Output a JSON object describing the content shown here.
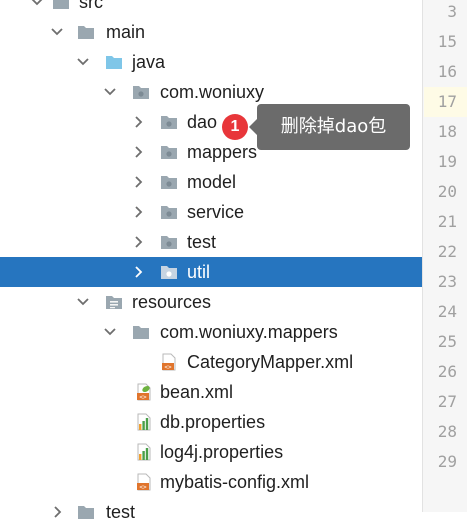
{
  "project_tree": {
    "items": [
      {
        "label": "src",
        "icon": "folder-icon",
        "state": "expanded"
      },
      {
        "label": "main",
        "icon": "folder-icon",
        "state": "expanded"
      },
      {
        "label": "java",
        "icon": "source-folder-icon",
        "state": "expanded"
      },
      {
        "label": "com.woniuxy",
        "icon": "package-icon",
        "state": "expanded"
      },
      {
        "label": "dao",
        "icon": "package-icon",
        "state": "collapsed"
      },
      {
        "label": "mappers",
        "icon": "package-icon",
        "state": "collapsed"
      },
      {
        "label": "model",
        "icon": "package-icon",
        "state": "collapsed"
      },
      {
        "label": "service",
        "icon": "package-icon",
        "state": "collapsed"
      },
      {
        "label": "test",
        "icon": "package-icon",
        "state": "collapsed"
      },
      {
        "label": "util",
        "icon": "package-icon",
        "state": "collapsed",
        "selected": true
      },
      {
        "label": "resources",
        "icon": "resources-folder-icon",
        "state": "expanded"
      },
      {
        "label": "com.woniuxy.mappers",
        "icon": "folder-icon",
        "state": "expanded"
      },
      {
        "label": "CategoryMapper.xml",
        "icon": "xml-file-icon",
        "state": "leaf"
      },
      {
        "label": "bean.xml",
        "icon": "spring-xml-file-icon",
        "state": "leaf"
      },
      {
        "label": "db.properties",
        "icon": "properties-file-icon",
        "state": "leaf"
      },
      {
        "label": "log4j.properties",
        "icon": "properties-file-icon",
        "state": "leaf"
      },
      {
        "label": "mybatis-config.xml",
        "icon": "xml-file-icon",
        "state": "leaf"
      },
      {
        "label": "test",
        "icon": "folder-icon",
        "state": "collapsed"
      }
    ]
  },
  "line_numbers": {
    "numbers": [
      "3",
      "15",
      "16",
      "17",
      "18",
      "19",
      "20",
      "21",
      "22",
      "23",
      "24",
      "25",
      "26",
      "27",
      "28",
      "29"
    ],
    "current": "17"
  },
  "annotation": {
    "badge": "1",
    "tooltip": "删除掉dao包"
  },
  "colors": {
    "selection": "#2675bf",
    "badge": "#e8363a",
    "tooltip_bg": "#6b6b6b",
    "folder": "#9aa7b0",
    "source_folder": "#7fc6e8",
    "package_dot": "#7c8a94"
  }
}
